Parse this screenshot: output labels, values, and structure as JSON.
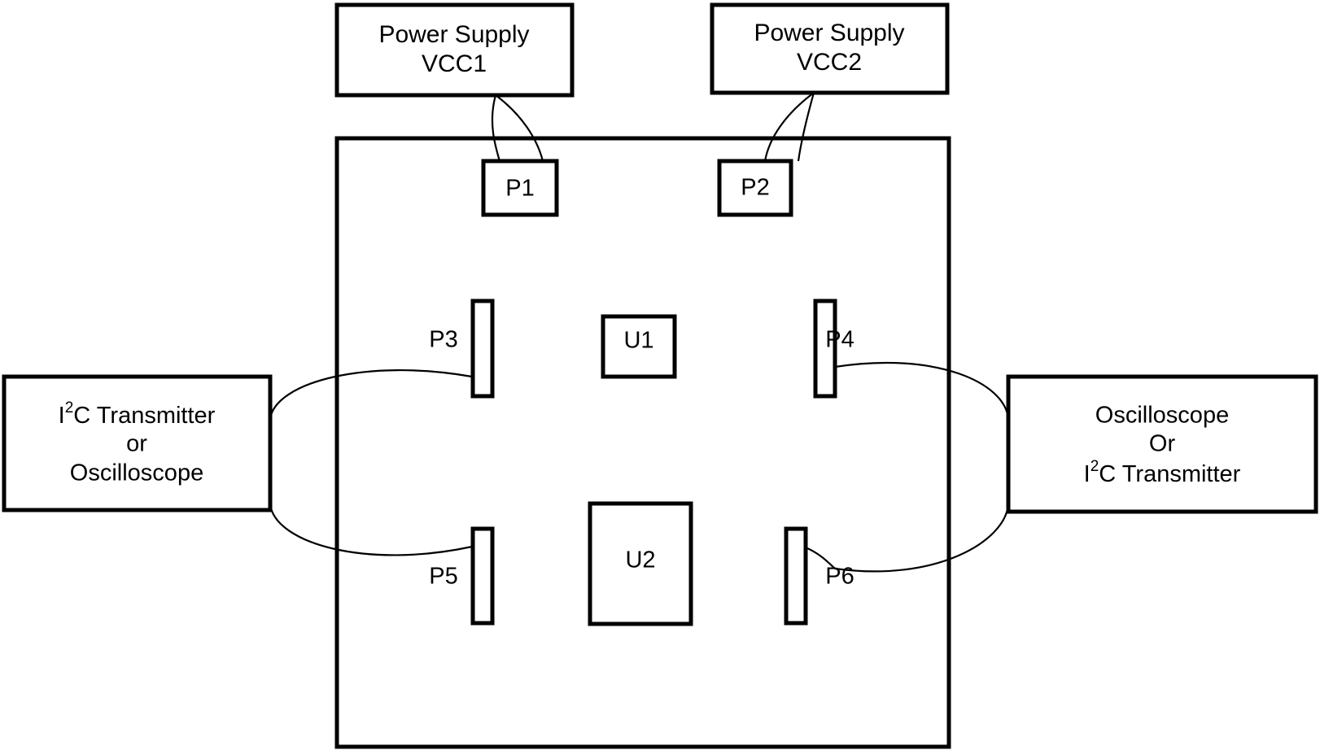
{
  "diagram": {
    "title": "I2C Test Setup Block Diagram",
    "stroke_color": "#000000",
    "fill_color": "#ffffff",
    "wire_color": "#000000"
  },
  "power_supplies": [
    {
      "id": "vcc1",
      "line1": "Power Supply",
      "line2": "VCC1",
      "connects_to": "P1"
    },
    {
      "id": "vcc2",
      "line1": "Power Supply",
      "line2": "VCC2",
      "connects_to": "P2"
    }
  ],
  "instruments": {
    "left": {
      "id": "left-instrument",
      "line1_pre": "I",
      "line1_sup": "2",
      "line1_post": "C Transmitter",
      "line2": "or",
      "line3": "Oscilloscope",
      "connects_to": [
        "P3",
        "P5"
      ]
    },
    "right": {
      "id": "right-instrument",
      "line1": "Oscilloscope",
      "line2": "Or",
      "line3_pre": "I",
      "line3_sup": "2",
      "line3_post": "C Transmitter",
      "connects_to": [
        "P4",
        "P6"
      ]
    }
  },
  "board": {
    "id": "board-outline",
    "label": ""
  },
  "pads": [
    {
      "id": "P1",
      "label": "P1",
      "shape": "square",
      "label_position": "inside"
    },
    {
      "id": "P2",
      "label": "P2",
      "shape": "square",
      "label_position": "inside"
    },
    {
      "id": "P3",
      "label": "P3",
      "shape": "bar",
      "label_position": "left"
    },
    {
      "id": "P4",
      "label": "P4",
      "shape": "bar",
      "label_position": "right"
    },
    {
      "id": "P5",
      "label": "P5",
      "shape": "bar",
      "label_position": "left"
    },
    {
      "id": "P6",
      "label": "P6",
      "shape": "bar",
      "label_position": "right"
    }
  ],
  "chips": [
    {
      "id": "U1",
      "label": "U1"
    },
    {
      "id": "U2",
      "label": "U2"
    }
  ]
}
